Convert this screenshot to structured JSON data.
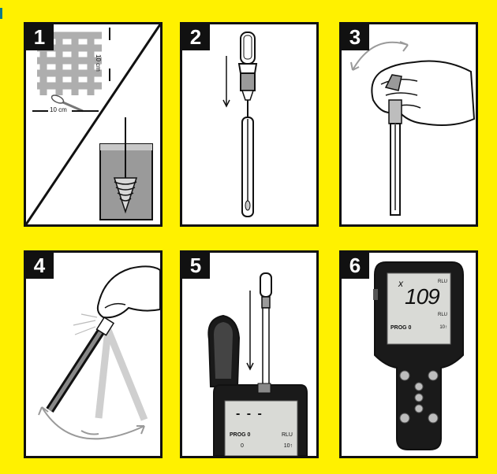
{
  "steps": [
    {
      "number": "1",
      "label_width": "10 cm",
      "label_height": "10 cm"
    },
    {
      "number": "2"
    },
    {
      "number": "3"
    },
    {
      "number": "4"
    },
    {
      "number": "5",
      "lcd": {
        "dashes": "- - -",
        "prog": "PROG 0",
        "units": "RLU",
        "count": "0",
        "unit2": "10↑"
      }
    },
    {
      "number": "6",
      "lcd": {
        "x_mark": "x",
        "reading": "109",
        "unit_top": "RLU",
        "prog": "PROG 0",
        "units": "RLU",
        "unit2": "10↑"
      }
    }
  ],
  "colors": {
    "background": "#fff100",
    "ink": "#111111",
    "gray": "#9a9a9a",
    "device": "#1a1a1a",
    "lcd": "#d9dad6"
  }
}
